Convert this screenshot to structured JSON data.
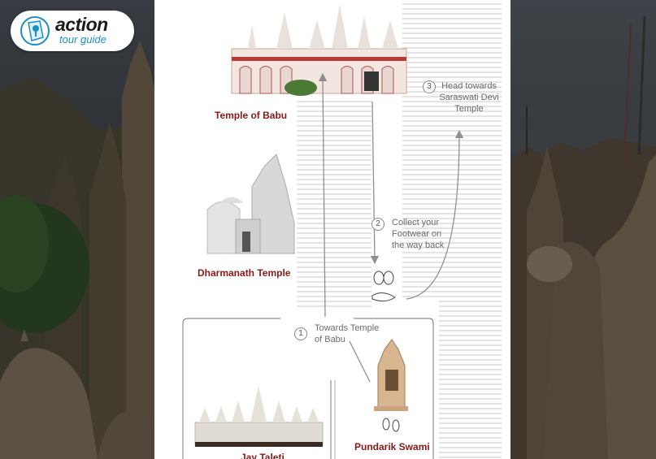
{
  "logo": {
    "brand_line1": "action",
    "brand_line2": "tour guide",
    "accent_color": "#1a8fc6"
  },
  "places": {
    "temple_of_babu": "Temple of Babu",
    "dharmanath_temple": "Dharmanath Temple",
    "pundarik_swami": "Pundarik Swami",
    "jay_taleti": "Jay Taleti"
  },
  "steps": [
    {
      "number": "1",
      "line1": "Towards Temple",
      "line2": "of Babu",
      "line3": ""
    },
    {
      "number": "2",
      "line1": "Collect your",
      "line2": "Footwear on",
      "line3": "the way back"
    },
    {
      "number": "3",
      "line1": "Head towards",
      "line2": "Saraswati Devi",
      "line3": "Temple"
    }
  ],
  "icons": {
    "footwear": "footwear-icon",
    "footprints": "footprints-icon"
  },
  "colors": {
    "label_red": "#8a1a1a",
    "path_line": "#8f8f8f",
    "stairs": "#cfcfcf"
  }
}
